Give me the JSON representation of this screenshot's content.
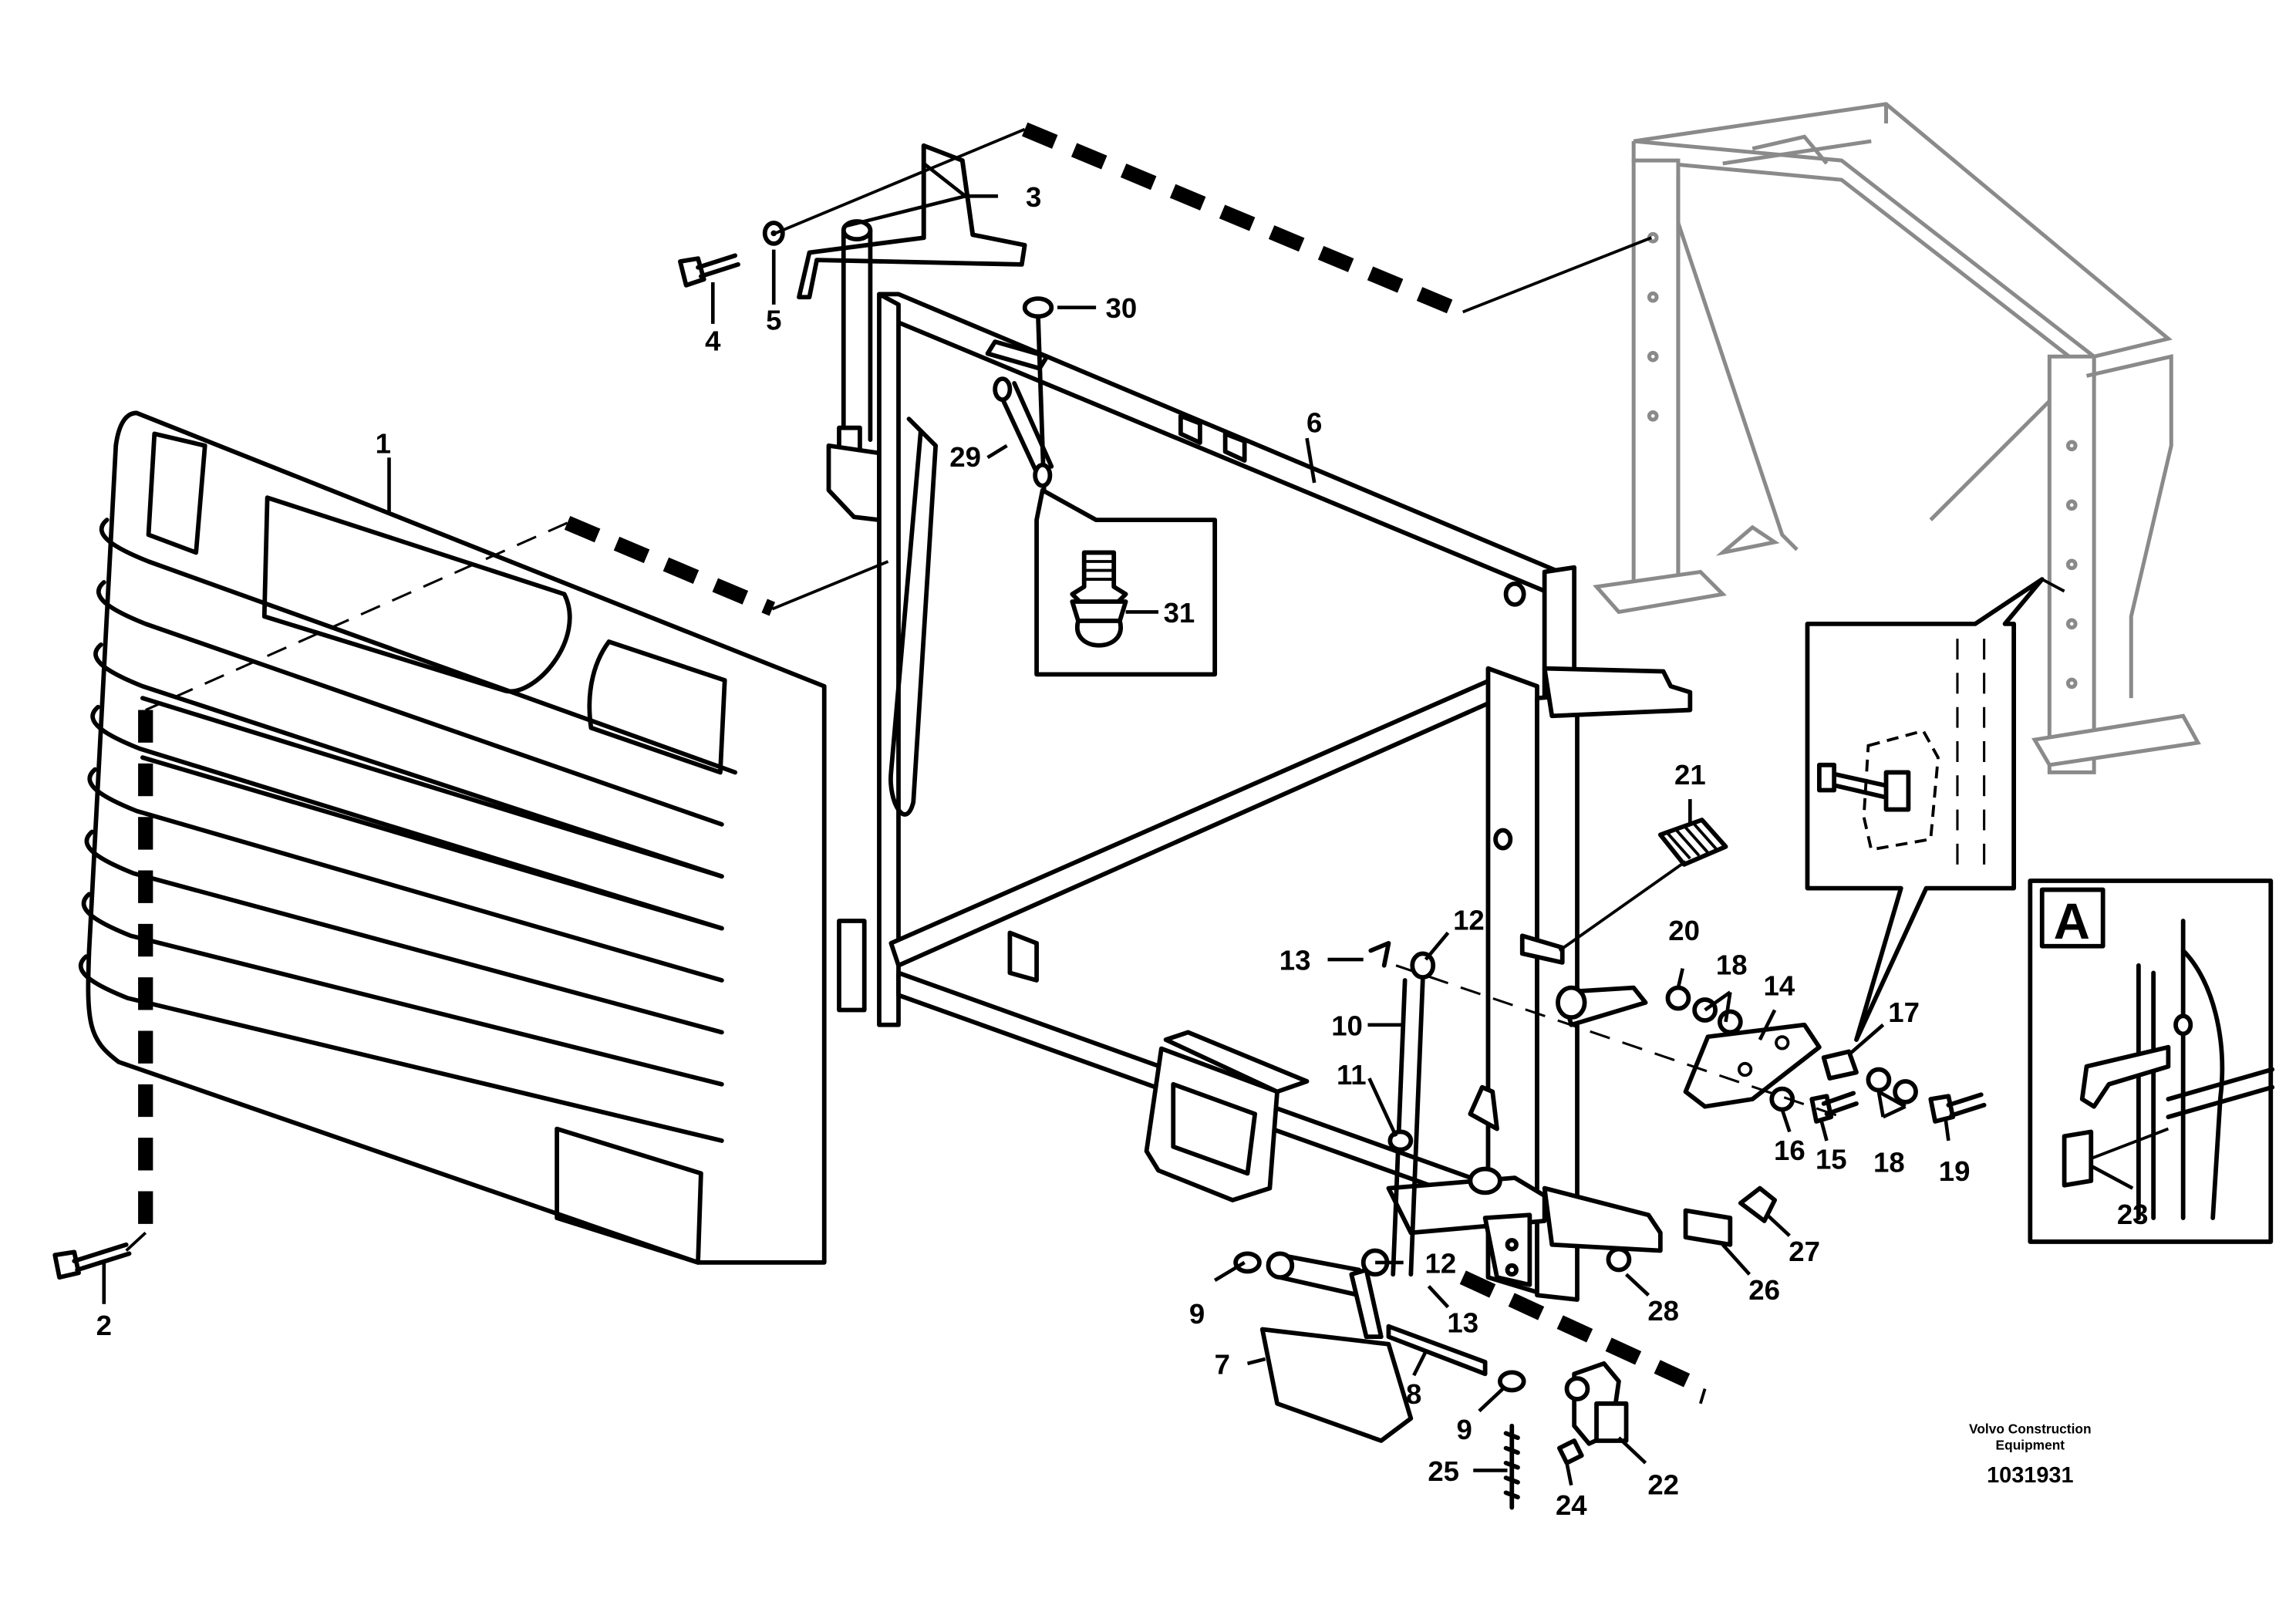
{
  "diagram": {
    "part_labels": [
      "1",
      "2",
      "3",
      "4",
      "5",
      "6",
      "7",
      "8",
      "9",
      "9",
      "10",
      "11",
      "12",
      "12",
      "13",
      "13",
      "14",
      "15",
      "16",
      "17",
      "18",
      "18",
      "19",
      "20",
      "21",
      "22",
      "23",
      "24",
      "25",
      "26",
      "27",
      "28",
      "29",
      "30",
      "31"
    ],
    "detail_label": "A",
    "credit_line1": "Volvo Construction",
    "credit_line2": "Equipment",
    "document_number": "1031931"
  }
}
